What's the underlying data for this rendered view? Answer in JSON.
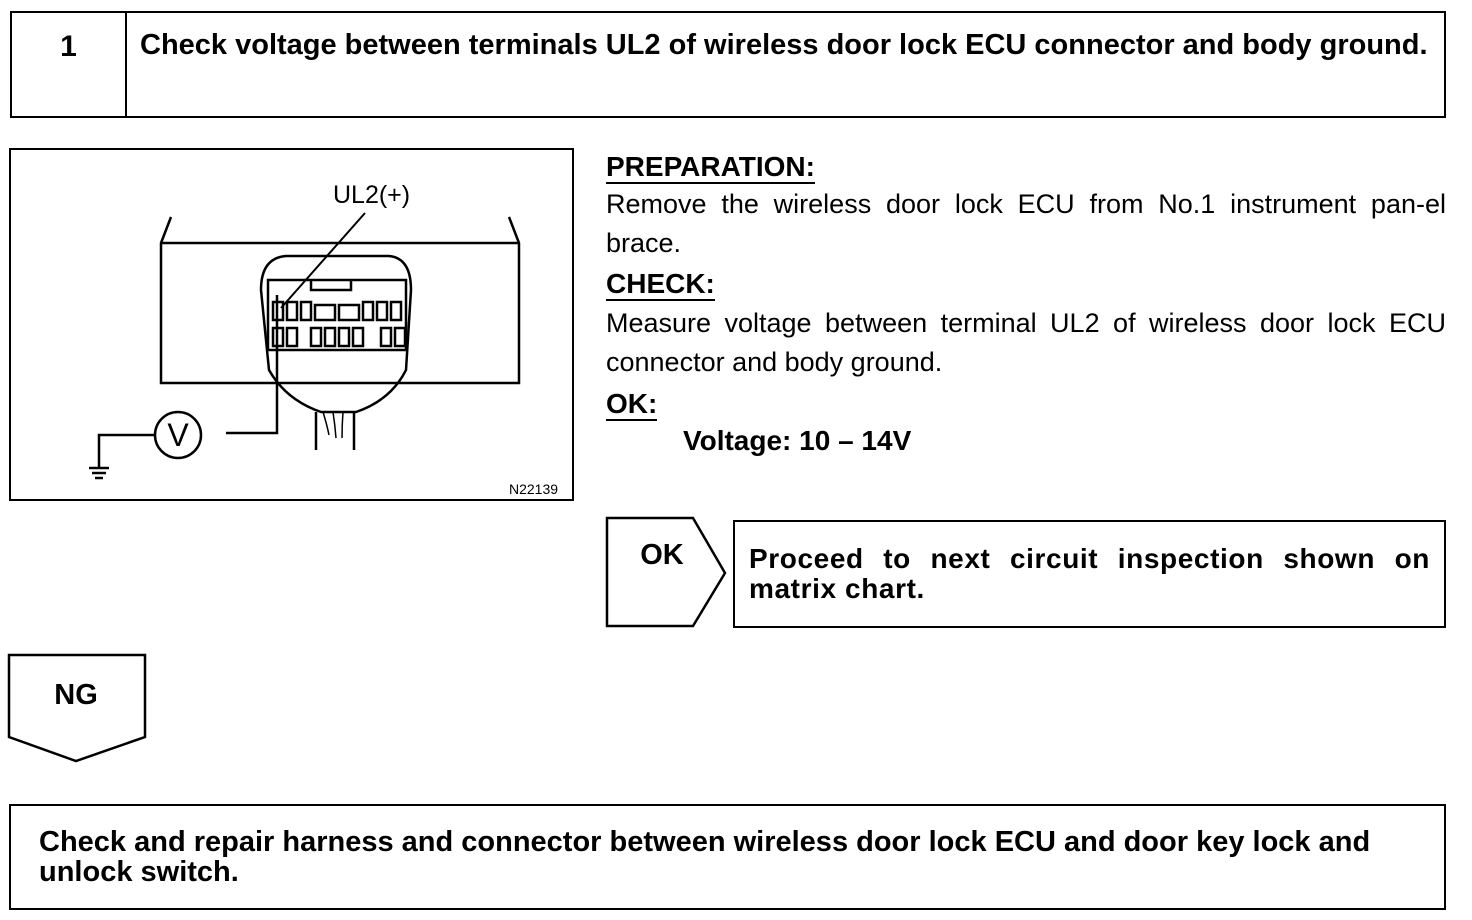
{
  "step": {
    "number": "1",
    "title": "Check voltage between terminals UL2 of wireless door lock ECU connector and body ground."
  },
  "figure": {
    "terminal_label": "UL2(+)",
    "meter_symbol": "V",
    "figure_id": "N22139"
  },
  "instructions": {
    "preparation_label": "PREPARATION:",
    "preparation_text": "Remove the wireless door lock ECU from No.1 instrument pan-el brace.",
    "check_label": "CHECK:",
    "check_text": "Measure voltage between terminal UL2 of wireless door lock ECU connector and body ground.",
    "ok_label": "OK:",
    "ok_spec": "Voltage: 10 – 14V"
  },
  "results": {
    "ok_tag": "OK",
    "ok_action": "Proceed to next circuit inspection shown on matrix chart.",
    "ng_tag": "NG",
    "ng_action": "Check and repair harness and connector between wireless door lock ECU and door key lock and unlock switch."
  }
}
